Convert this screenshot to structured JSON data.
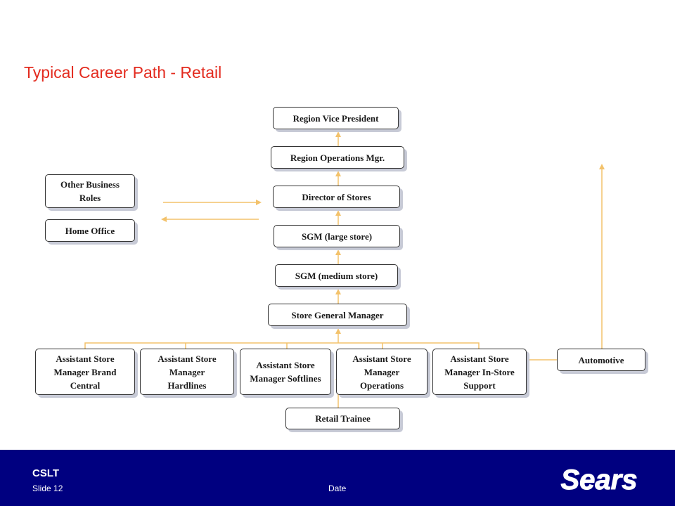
{
  "page": {
    "title": "Typical Career Path - Retail"
  },
  "colors": {
    "title": "#e32b1f",
    "connector": "#f3c26b",
    "footer": "#000080",
    "box_shadow": "#c7cad6"
  },
  "nodes": {
    "region_vp": "Region Vice President",
    "region_ops": "Region Operations Mgr.",
    "director": "Director of Stores",
    "sgm_large": "SGM (large store)",
    "sgm_medium": "SGM (medium store)",
    "store_gm": "Store General Manager",
    "other_business": "Other Business Roles",
    "home_office": "Home Office",
    "asm_brand": "Assistant Store Manager Brand Central",
    "asm_hardlines": "Assistant Store Manager Hardlines",
    "asm_softlines": "Assistant Store Manager Softlines",
    "asm_operations": "Assistant Store Manager Operations",
    "asm_instore": "Assistant Store Manager In-Store Support",
    "retail_trainee": "Retail Trainee",
    "automotive": "Automotive"
  },
  "footer": {
    "title": "CSLT",
    "slide": "Slide 12",
    "date": "Date",
    "logo_text": "Sears"
  }
}
